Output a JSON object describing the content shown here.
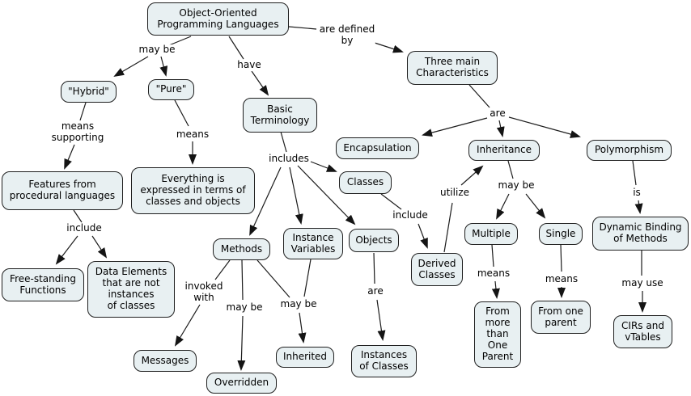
{
  "diagram": {
    "type": "concept-map",
    "topic": "Object-Oriented Programming Languages"
  },
  "colors": {
    "background": "#ffffff",
    "node_fill": "#e8f0f2",
    "node_border": "#1f1f1f",
    "line": "#1c1c1c",
    "text": "#000000"
  },
  "nodes": {
    "oopl": "Object-Oriented\nProgramming Languages",
    "hybrid": "\"Hybrid\"",
    "pure": "\"Pure\"",
    "basic_terminology": "Basic\nTerminology",
    "three_main": "Three main\nCharacteristics",
    "features_procedural": "Features from\nprocedural languages",
    "everything_expressed": "Everything is\nexpressed in terms of\nclasses and objects",
    "free_standing": "Free-standing\nFunctions",
    "data_elements": "Data Elements\nthat are not\ninstances\nof classes",
    "methods": "Methods",
    "instance_variables": "Instance\nVariables",
    "objects": "Objects",
    "encapsulation": "Encapsulation",
    "classes": "Classes",
    "inheritance": "Inheritance",
    "polymorphism": "Polymorphism",
    "derived_classes": "Derived\nClasses",
    "multiple": "Multiple",
    "single": "Single",
    "dynamic_binding": "Dynamic Binding\nof Methods",
    "messages": "Messages",
    "overridden": "Overridden",
    "inherited": "Inherited",
    "instances_of_classes": "Instances\nof Classes",
    "from_more": "From\nmore\nthan\nOne\nParent",
    "from_one": "From one\nparent",
    "cirs": "CIRs and\nvTables"
  },
  "labels": {
    "may_be_1": "may be",
    "have": "have",
    "are_defined_by": "are defined\nby",
    "means_supporting": "means\nsupporting",
    "means_pure": "means",
    "includes": "includes",
    "include_features": "include",
    "invoked_with": "invoked\nwith",
    "may_be_overridden": "may be",
    "may_be_inherited": "may be",
    "are_objects": "are",
    "include_classes": "include",
    "utilize": "utilize",
    "are_three": "are",
    "may_be_inheritance": "may be",
    "means_multiple": "means",
    "means_single": "means",
    "is": "is",
    "may_use": "may use"
  },
  "propositions": [
    {
      "from": "Object-Oriented Programming Languages",
      "link": "may be",
      "to": "\"Hybrid\", \"Pure\""
    },
    {
      "from": "Object-Oriented Programming Languages",
      "link": "have",
      "to": "Basic Terminology"
    },
    {
      "from": "Object-Oriented Programming Languages",
      "link": "are defined by",
      "to": "Three main Characteristics"
    },
    {
      "from": "\"Hybrid\"",
      "link": "means supporting",
      "to": "Features from procedural languages"
    },
    {
      "from": "\"Pure\"",
      "link": "means",
      "to": "Everything is expressed in terms of classes and objects"
    },
    {
      "from": "Basic Terminology",
      "link": "includes",
      "to": "Classes, Methods, Instance Variables, Objects"
    },
    {
      "from": "Features from procedural languages",
      "link": "include",
      "to": "Free-standing Functions, Data Elements that are not instances of classes"
    },
    {
      "from": "Methods",
      "link": "invoked with",
      "to": "Messages"
    },
    {
      "from": "Methods",
      "link": "may be",
      "to": "Overridden"
    },
    {
      "from": "Methods, Instance Variables",
      "link": "may be",
      "to": "Inherited"
    },
    {
      "from": "Objects",
      "link": "are",
      "to": "Instances of Classes"
    },
    {
      "from": "Classes",
      "link": "include",
      "to": "Derived Classes"
    },
    {
      "from": "Derived Classes",
      "link": "utilize",
      "to": "Inheritance"
    },
    {
      "from": "Three main Characteristics",
      "link": "are",
      "to": "Encapsulation, Inheritance, Polymorphism"
    },
    {
      "from": "Inheritance",
      "link": "may be",
      "to": "Multiple, Single"
    },
    {
      "from": "Multiple",
      "link": "means",
      "to": "From more than One Parent"
    },
    {
      "from": "Single",
      "link": "means",
      "to": "From one parent"
    },
    {
      "from": "Polymorphism",
      "link": "is",
      "to": "Dynamic Binding of Methods"
    },
    {
      "from": "Dynamic Binding of Methods",
      "link": "may use",
      "to": "CIRs and vTables"
    }
  ]
}
